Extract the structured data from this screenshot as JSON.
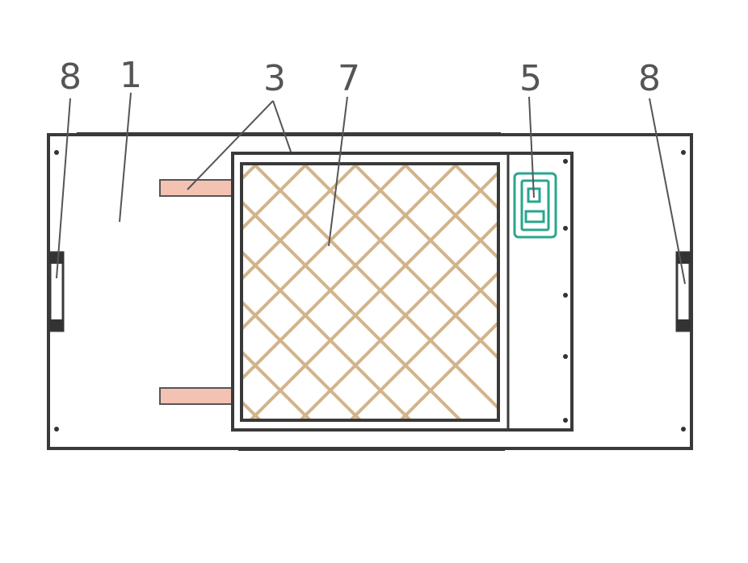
{
  "callouts": {
    "left_handle": "8",
    "housing": "1",
    "rails": "3",
    "filter": "7",
    "switch": "5",
    "right_handle": "8"
  },
  "colors": {
    "outline": "#3a3a3a",
    "mesh": "#d2b48c",
    "rail_fill": "#f4c2b2",
    "switch": "#2aa58f",
    "label": "#555555"
  }
}
